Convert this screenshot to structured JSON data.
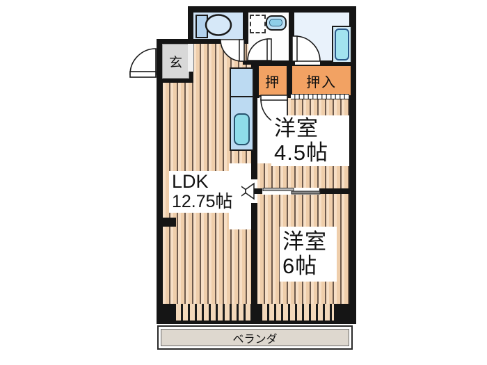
{
  "plan": {
    "type": "apartment-floor-plan",
    "rooms": {
      "genkan": {
        "label": "玄"
      },
      "ldk": {
        "label_line1": "LDK",
        "label_line2": "12.75帖"
      },
      "western_room_45": {
        "label_line1": "洋室",
        "label_line2": "4.5帖"
      },
      "western_room_6": {
        "label_line1": "洋室",
        "label_line2": "6帖"
      },
      "closet_small": {
        "label": "押"
      },
      "closet_large": {
        "label": "押入"
      },
      "veranda": {
        "label": "ベランダ"
      }
    },
    "fixtures": {
      "toilet": "toilet-icon",
      "washing_machine_space": "washing-machine-dashed-box-icon",
      "washbasin": "sink-icon",
      "bathtub": "bathtub-icon",
      "kitchen_counter": "kitchen-counter-icon",
      "kitchen_sink": "kitchen-sink-icon",
      "doors": "quarter-circle-swing-door-icons",
      "folding_door": "bowtie-folding-door-icon",
      "sliding_door": "sliding-door-panels-icon"
    },
    "colors": {
      "wall": "#151515",
      "wood_floor": "#f3d8ba",
      "wood_stripe": "#6e5a4c",
      "closet_orange": "#f2a263",
      "toilet_floor": "#cfe3f6",
      "bathroom_floor": "#e9f2fb",
      "genkan_gray": "#d8d8d8",
      "veranda_gray": "#ded8cf",
      "counter_blue": "#bcdaf2",
      "sink_cyan": "#8edce9",
      "tub_cyan": "#a2e3ef"
    }
  }
}
